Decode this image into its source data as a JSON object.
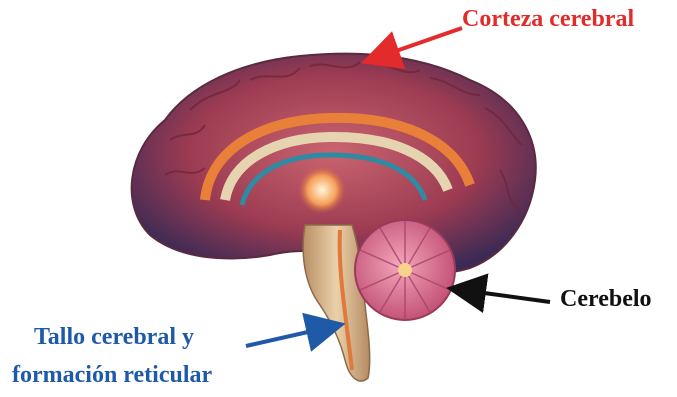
{
  "labels": {
    "cortex": "Corteza cerebral",
    "cerebellum": "Cerebelo",
    "brainstem_line1": "Tallo cerebral y",
    "brainstem_line2": "formación reticular"
  },
  "colors": {
    "cortex_label": "#e32b2b",
    "cerebellum_label": "#111111",
    "brainstem_label": "#1f5aa8",
    "cortex_arrow": "#e32b2b",
    "cerebellum_arrow": "#111111",
    "brainstem_arrow": "#1f5aa8",
    "brain_outer": "#8a3148",
    "brain_inner": "#b25463",
    "cerebellum_fill": "#e07a97",
    "stem_fill": "#d9b891"
  }
}
